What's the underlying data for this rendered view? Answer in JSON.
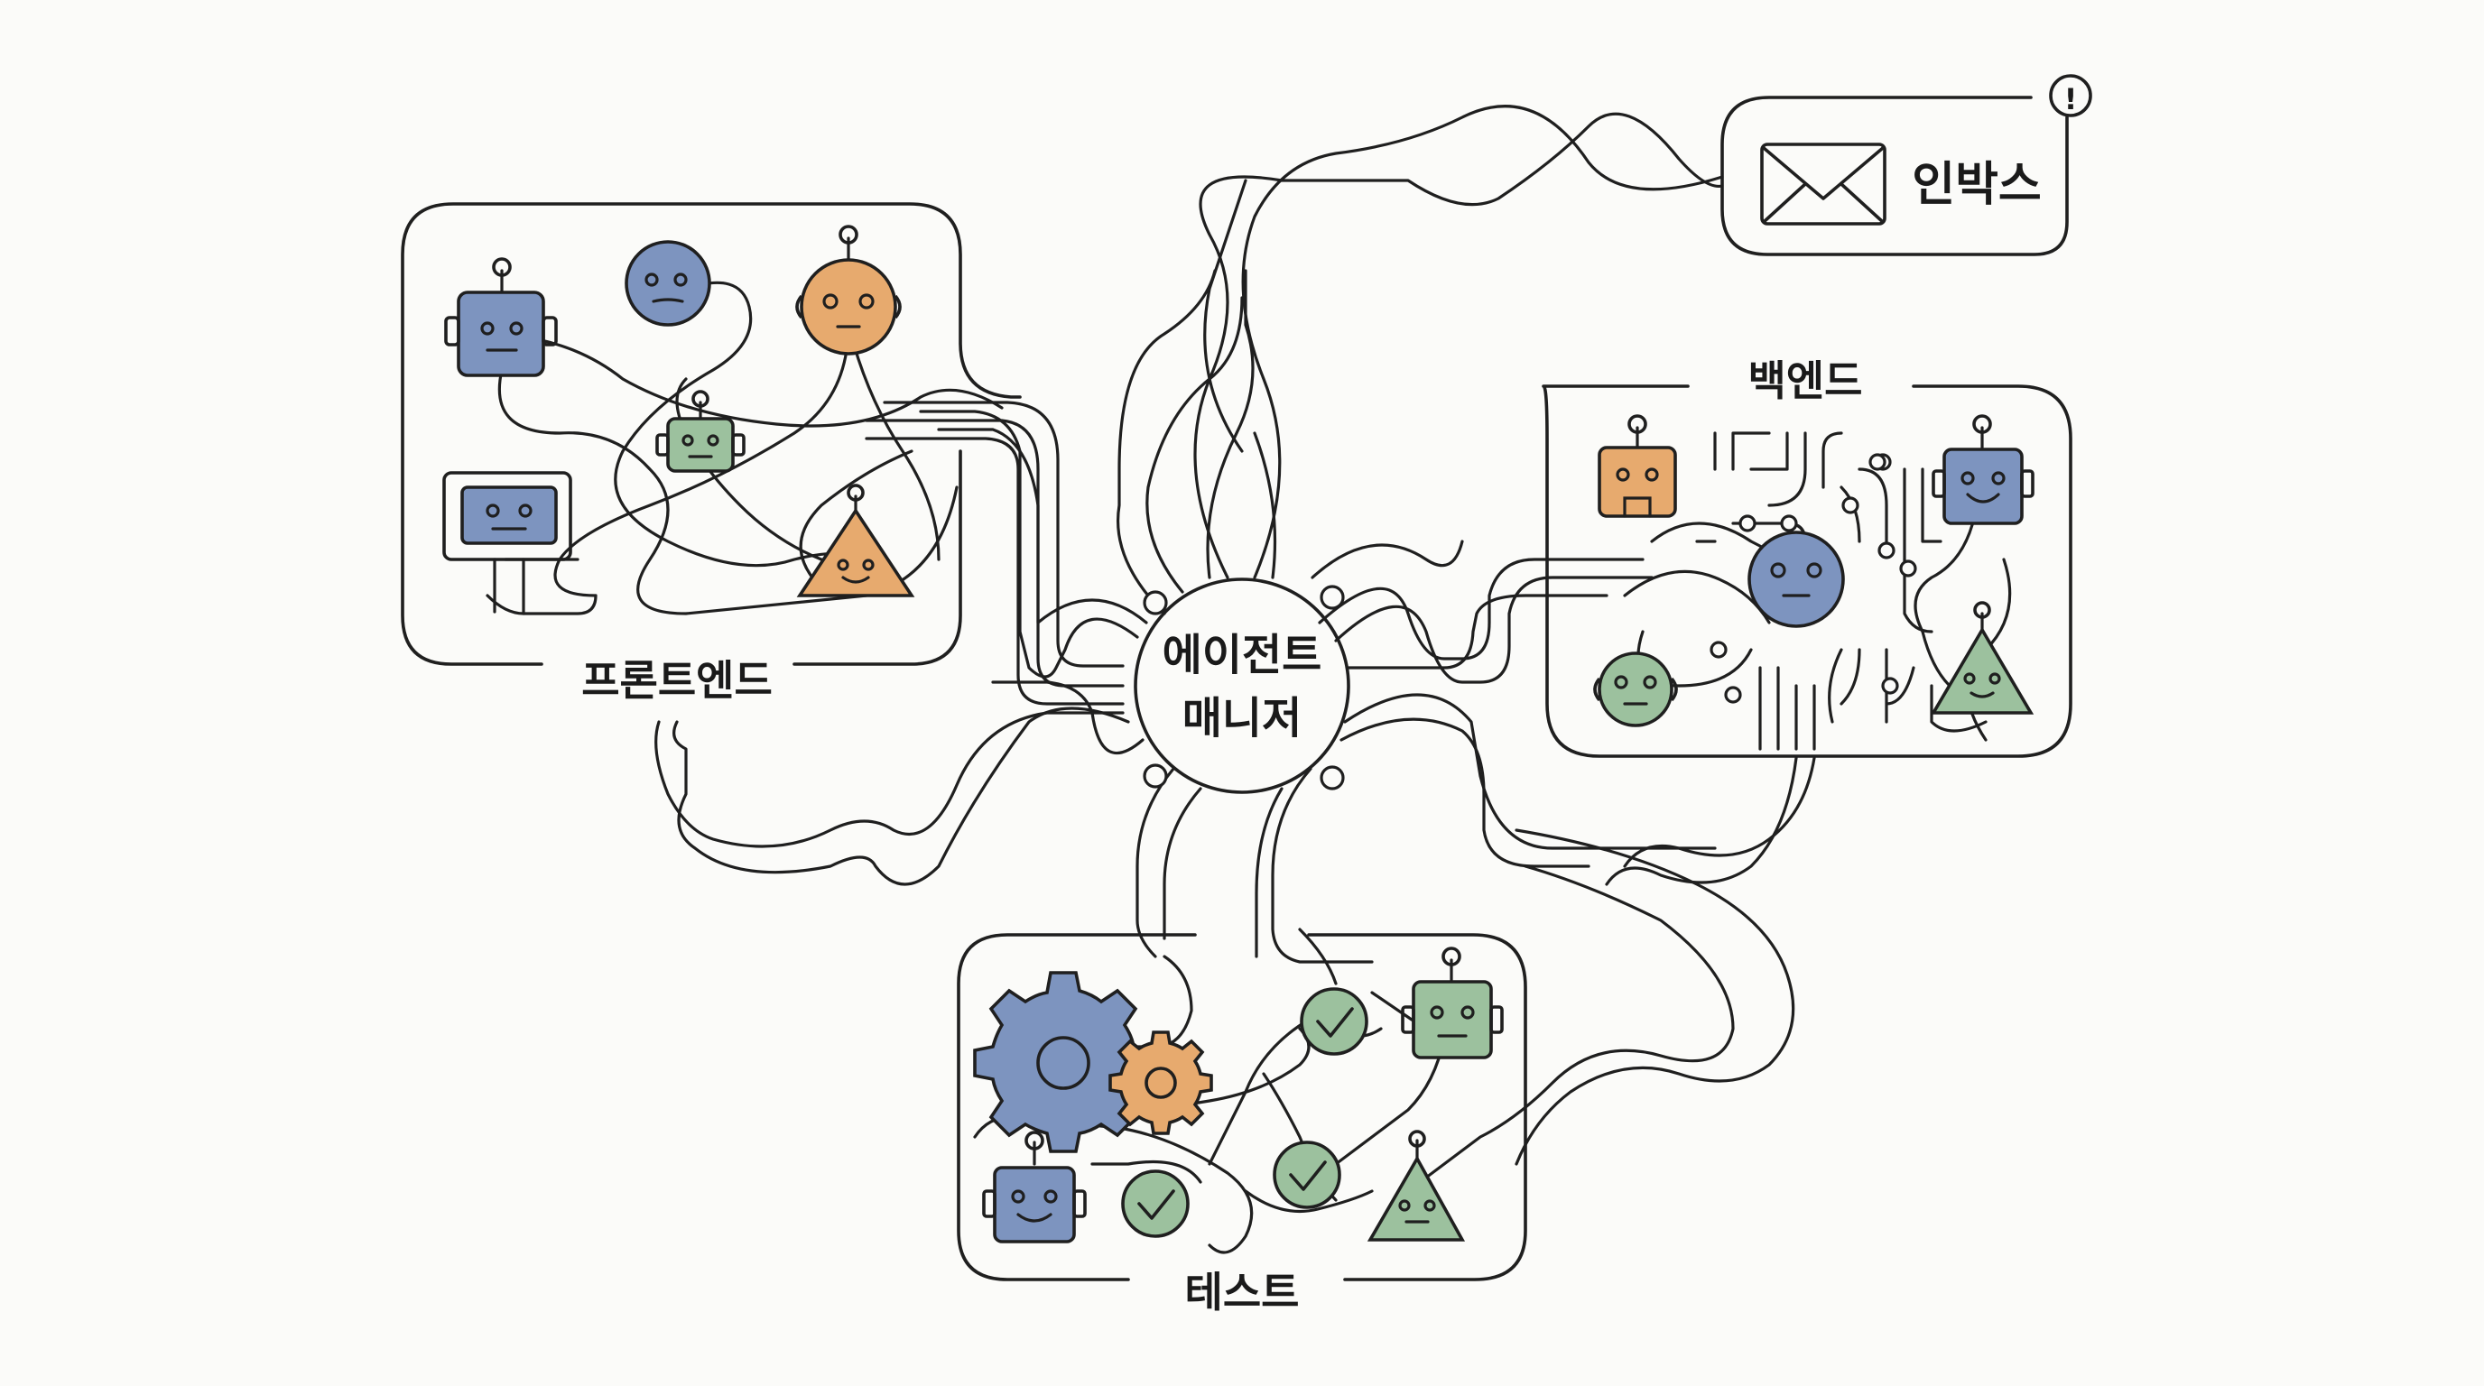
{
  "labels": {
    "manager_line1": "에이전트",
    "manager_line2": "매니저",
    "frontend": "프론트엔드",
    "backend": "백엔드",
    "test": "테스트",
    "inbox": "인박스",
    "alert": "!"
  },
  "colors": {
    "blue": "#7d94bf",
    "orange": "#e7aa6e",
    "green": "#9cc19e",
    "line": "#1f1f1f",
    "background": "#fbfbf9"
  },
  "icons": [
    "robot-icon",
    "gear-icon",
    "check-icon",
    "envelope-icon",
    "alert-icon",
    "monitor-icon"
  ]
}
